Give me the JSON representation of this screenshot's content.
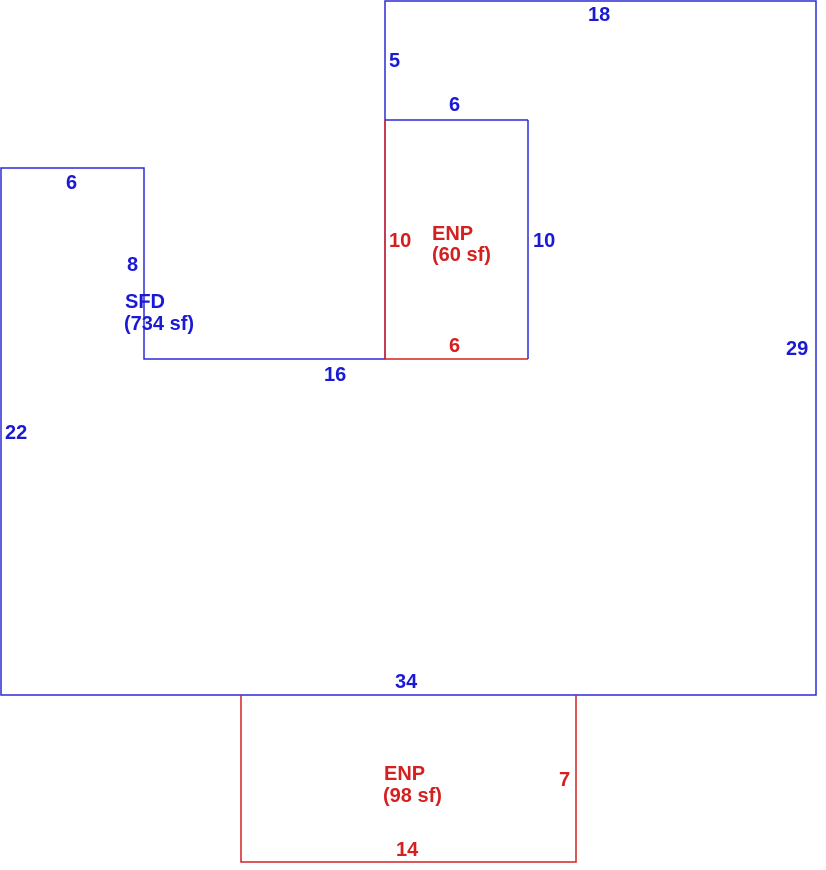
{
  "colors": {
    "main_area": "#1a1ad4",
    "porch_area": "#d42020",
    "background": "#ffffff"
  },
  "main_area": {
    "code": "SFD",
    "area": "(734 sf)",
    "dims": {
      "top_left": "6",
      "left_wing_inner": "8",
      "upper_5": "5",
      "porch_top": "6",
      "right_18": "18",
      "porch_right": "10",
      "right_29": "29",
      "step_16": "16",
      "left_22": "22",
      "bottom_34": "34"
    }
  },
  "porch_upper": {
    "code": "ENP",
    "area": "(60 sf)",
    "dims": {
      "left": "10",
      "bottom": "6"
    }
  },
  "porch_lower": {
    "code": "ENP",
    "area": "(98 sf)",
    "dims": {
      "right": "7",
      "bottom": "14"
    }
  }
}
